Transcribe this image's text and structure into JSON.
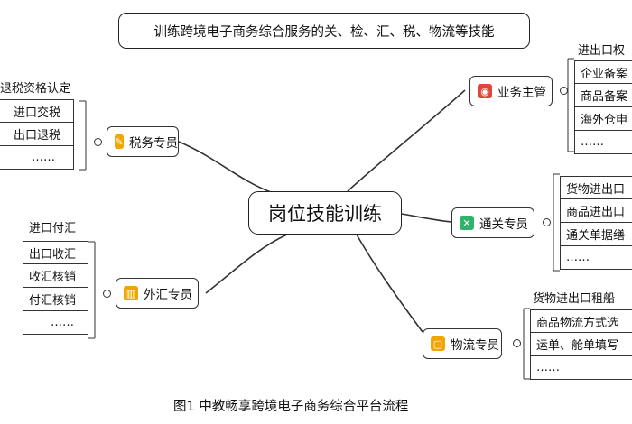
{
  "title": "训练跨境电子商务综合服务的关、检、汇、税、物流等技能",
  "center": "岗位技能训练",
  "caption": "图1  中教畅享跨境电子商务综合平台流程",
  "roles": {
    "tax": {
      "label": "税务专员",
      "icon": "tax-icon",
      "color": "#f0a500",
      "group_label": "退税资格认定",
      "items": [
        "进口交税",
        "出口退税",
        "……"
      ]
    },
    "forex": {
      "label": "外汇专员",
      "icon": "forex-icon",
      "color": "#f0a500",
      "group_label": "进口付汇",
      "items": [
        "出口收汇",
        "收汇核销",
        "付汇核销",
        "……"
      ]
    },
    "business": {
      "label": "业务主管",
      "icon": "business-icon",
      "color": "#e0463a",
      "group_label": "进出口权",
      "items": [
        "企业备案",
        "商品备案",
        "海外仓申",
        "……"
      ]
    },
    "customs": {
      "label": "通关专员",
      "icon": "customs-icon",
      "color": "#2fb36a",
      "group_label": "",
      "items": [
        "货物进出口",
        "商品进出口",
        "通关单据缮",
        "……"
      ]
    },
    "logistics": {
      "label": "物流专员",
      "icon": "logistics-icon",
      "color": "#f0a500",
      "group_label": "货物进出口租船",
      "items": [
        "商品物流方式选",
        "运单、舱单填写",
        "……"
      ]
    }
  }
}
